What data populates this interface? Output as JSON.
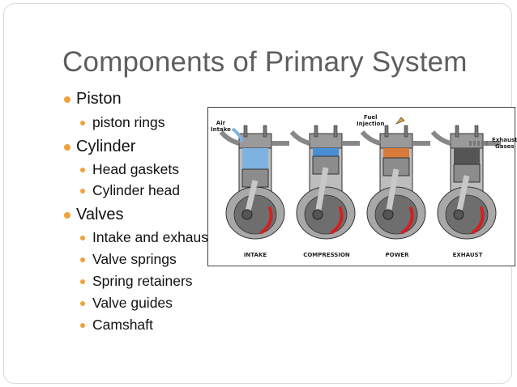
{
  "slide": {
    "title": "Components of Primary System",
    "bullets": [
      {
        "label": "Piston",
        "children": [
          "piston rings"
        ]
      },
      {
        "label": "Cylinder",
        "children": [
          "Head gaskets",
          "Cylinder head"
        ]
      },
      {
        "label": "Valves",
        "children": [
          "Intake and exhaust",
          "Valve springs",
          "Spring retainers",
          "Valve guides",
          "Camshaft"
        ]
      }
    ]
  },
  "figure": {
    "strokes": [
      "INTAKE",
      "COMPRESSION",
      "POWER",
      "EXHAUST"
    ],
    "callouts": {
      "air_intake_line1": "Air",
      "air_intake_line2": "Intake",
      "fuel_line1": "Fuel",
      "fuel_line2": "Injection",
      "exhaust_line1": "Exhaust",
      "exhaust_line2": "Gases"
    }
  },
  "colors": {
    "bullet": "#f0a23a",
    "title": "#5e5e5e",
    "air": "#7fb2e0",
    "compressed_air": "#4a8fd4",
    "combustion": "#d97a3a",
    "exhaust": "#555555",
    "arrow_red": "#d42020"
  }
}
